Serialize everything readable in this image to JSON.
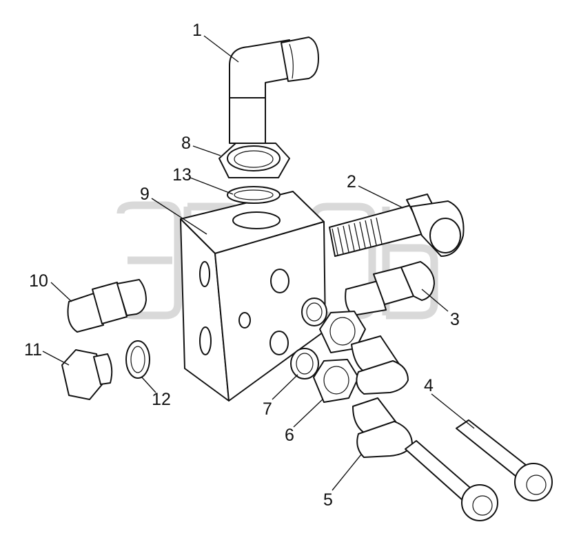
{
  "diagram": {
    "callouts": [
      {
        "id": "1",
        "label": "1"
      },
      {
        "id": "2",
        "label": "2"
      },
      {
        "id": "3",
        "label": "3"
      },
      {
        "id": "4",
        "label": "4"
      },
      {
        "id": "5",
        "label": "5"
      },
      {
        "id": "6",
        "label": "6"
      },
      {
        "id": "7",
        "label": "7"
      },
      {
        "id": "8",
        "label": "8"
      },
      {
        "id": "9",
        "label": "9"
      },
      {
        "id": "10",
        "label": "10"
      },
      {
        "id": "11",
        "label": "11"
      },
      {
        "id": "12",
        "label": "12"
      },
      {
        "id": "13",
        "label": "13"
      }
    ],
    "watermark": {
      "mark": "TM"
    },
    "colors": {
      "line": "#111111",
      "background": "#ffffff",
      "watermark": "#b9b9b9"
    }
  }
}
